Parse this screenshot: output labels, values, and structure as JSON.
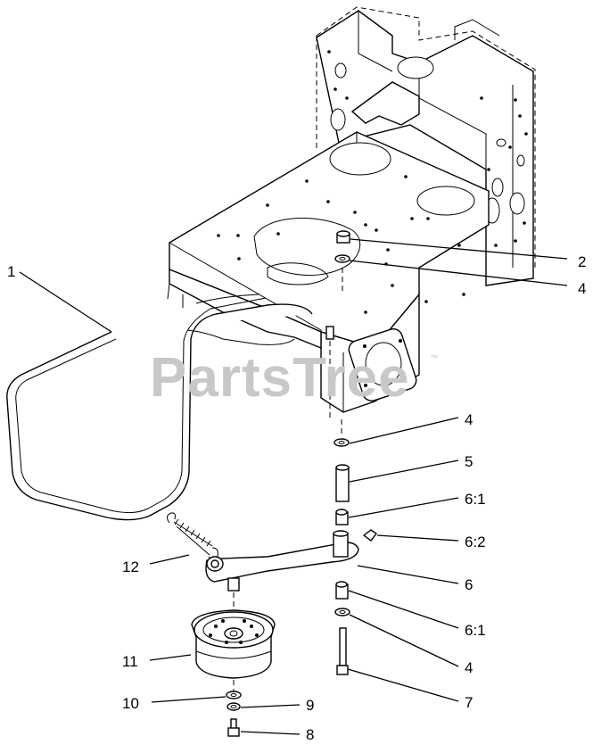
{
  "diagram": {
    "watermark": "PartsTree",
    "watermark_tm": "™",
    "callouts": {
      "c1": "1",
      "c2": "2",
      "c4a": "4",
      "c4b": "4",
      "c5": "5",
      "c6_1a": "6:1",
      "c6_2": "6:2",
      "c6": "6",
      "c6_1b": "6:1",
      "c4c": "4",
      "c7": "7",
      "c8": "8",
      "c9": "9",
      "c10": "10",
      "c11": "11",
      "c12": "12"
    }
  }
}
